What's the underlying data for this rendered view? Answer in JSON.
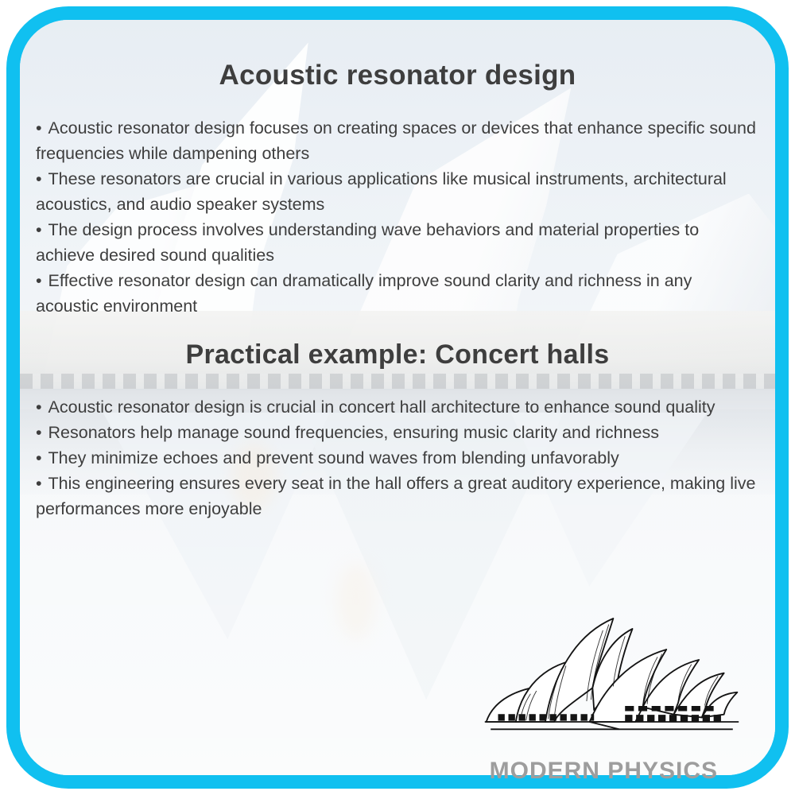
{
  "theme": {
    "accent_color": "#10c0f0",
    "text_color": "#3e3e3e",
    "brand_text_color": "#9d9d9d",
    "sketch_ink_color": "#141414"
  },
  "page": {
    "bullet_char": "•"
  },
  "sections": [
    {
      "heading": "Acoustic resonator design",
      "bullets": [
        "Acoustic resonator design focuses on creating spaces or devices that enhance specific sound frequencies while dampening others",
        "These resonators are crucial in various applications like musical instruments, architectural acoustics, and audio speaker systems",
        "The design process involves understanding wave behaviors and material properties to achieve desired sound qualities",
        "Effective resonator design can dramatically improve sound clarity and richness in any acoustic environment"
      ]
    },
    {
      "heading": "Practical example: Concert halls",
      "bullets": [
        "Acoustic resonator design is crucial in concert hall architecture to enhance sound quality",
        "Resonators help manage sound frequencies, ensuring music clarity and richness",
        "They minimize echoes and prevent sound waves from blending unfavorably",
        "This engineering ensures every seat in the hall offers a great auditory experience, making live performances more enjoyable"
      ]
    }
  ],
  "footer": {
    "brand": "MODERN PHYSICS"
  },
  "icons": {
    "background_image": "sydney-opera-house-photo-faded",
    "sketch": "sydney-opera-house-line-drawing-icon"
  }
}
